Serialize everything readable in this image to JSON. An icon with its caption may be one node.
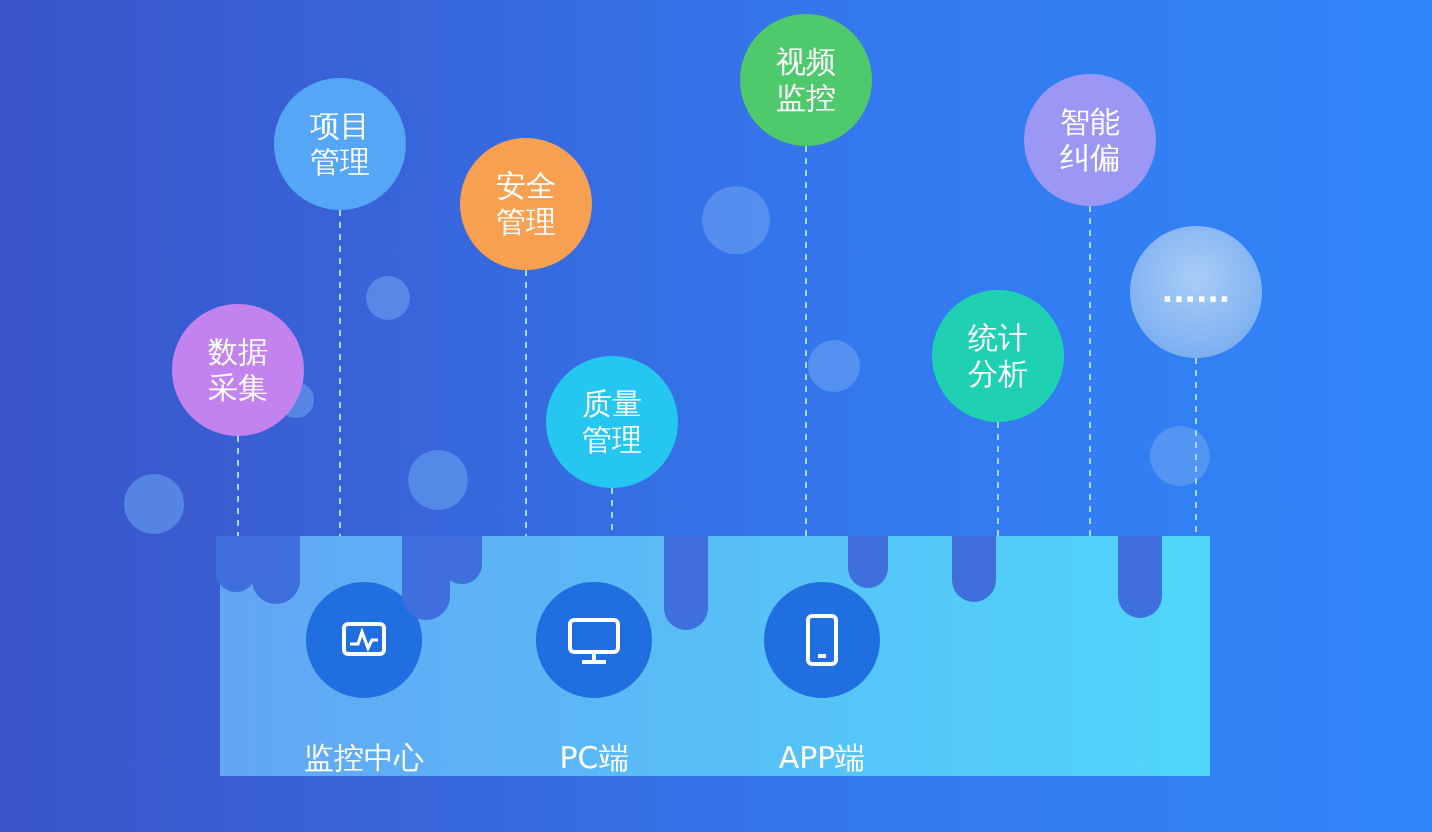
{
  "diagram": {
    "nodes": [
      {
        "text": [
          "数据采集"
        ]
      },
      {
        "text": [
          "项目管理"
        ]
      },
      {
        "text": [
          "安全管理"
        ]
      },
      {
        "text": [
          "质量管理"
        ]
      },
      {
        "text": [
          "视频监控"
        ]
      },
      {
        "text": [
          "统计分析"
        ]
      },
      {
        "text": [
          "智能纠偏"
        ]
      },
      {
        "text": [
          "......"
        ]
      },
      {
        "text": [],
        "shape": "box"
      },
      {
        "text": [
          "监控中心"
        ],
        "in": 8
      },
      {
        "text": [
          "PC端"
        ],
        "in": 8
      },
      {
        "text": [
          "APP端"
        ],
        "in": 8
      }
    ],
    "edges": [
      {
        "from": 0,
        "to": 8,
        "arrow": "none",
        "style": "dashed"
      },
      {
        "from": 1,
        "to": 8,
        "arrow": "none",
        "style": "dashed"
      },
      {
        "from": 2,
        "to": 8,
        "arrow": "none",
        "style": "dashed"
      },
      {
        "from": 3,
        "to": 8,
        "arrow": "none",
        "style": "dashed"
      },
      {
        "from": 4,
        "to": 8,
        "arrow": "none",
        "style": "dashed"
      },
      {
        "from": 5,
        "to": 8,
        "arrow": "none",
        "style": "dashed"
      },
      {
        "from": 6,
        "to": 8,
        "arrow": "none",
        "style": "dashed"
      },
      {
        "from": 7,
        "to": 8,
        "arrow": "none",
        "style": "dashed"
      }
    ]
  }
}
